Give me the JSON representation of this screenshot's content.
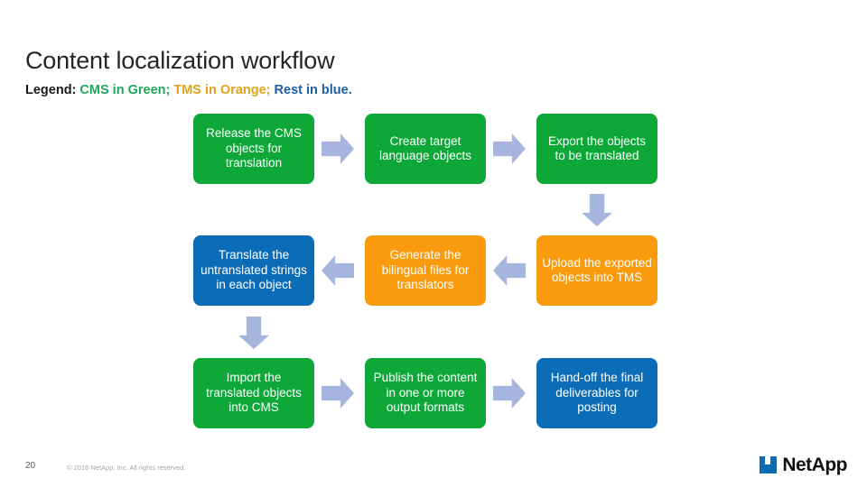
{
  "slide": {
    "title": "Content localization workflow",
    "legend": {
      "label": "Legend:",
      "cms": "CMS in Green;",
      "tms": "TMS in Orange;",
      "rest": "Rest in blue."
    }
  },
  "colors": {
    "green": "#0DA838",
    "orange": "#F99B0C",
    "blue": "#0B6CB8",
    "arrow": "#A5B5DE",
    "legend_green": "#1FA55C",
    "legend_orange": "#E0A11B",
    "legend_blue": "#1F5FA8",
    "logo_blue": "#0A6CB4"
  },
  "flow": {
    "rows": [
      {
        "boxes": [
          {
            "text": "Release the CMS objects for translation",
            "color": "green"
          },
          {
            "text": "Create target language objects",
            "color": "green"
          },
          {
            "text": "Export the objects to be translated",
            "color": "green"
          }
        ],
        "arrows": [
          "arrow-right-icon",
          "arrow-right-icon"
        ]
      },
      {
        "boxes": [
          {
            "text": "Translate the untranslated strings in each object",
            "color": "blue"
          },
          {
            "text": "Generate the bilingual files for translators",
            "color": "orange"
          },
          {
            "text": "Upload the exported objects into TMS",
            "color": "orange"
          }
        ],
        "arrows": [
          "arrow-left-icon",
          "arrow-left-icon"
        ]
      },
      {
        "boxes": [
          {
            "text": "Import the translated objects into CMS",
            "color": "green"
          },
          {
            "text": "Publish the content in one or more output formats",
            "color": "green"
          },
          {
            "text": "Hand-off the final deliverables for posting",
            "color": "blue"
          }
        ],
        "arrows": [
          "arrow-right-icon",
          "arrow-right-icon"
        ]
      }
    ],
    "vertical_arrows": [
      "arrow-down-icon",
      "arrow-down-icon"
    ]
  },
  "footer": {
    "page_number": "20",
    "copyright": "© 2016 NetApp, Inc. All rights reserved.",
    "logo_text": "NetApp"
  }
}
